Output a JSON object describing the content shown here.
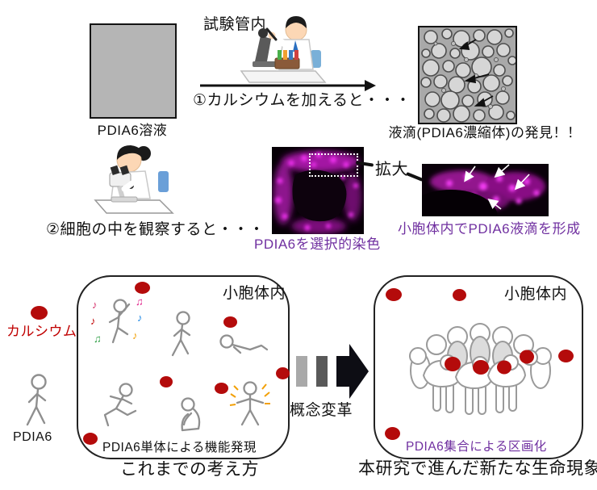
{
  "colors": {
    "calcium_red": "#b40b0b",
    "caption_purple": "#7030a0",
    "solution_gray": "#b5b5b5",
    "magenta_signal": "#e01fe0"
  },
  "top": {
    "solution_label": "PDIA6溶液",
    "tube_label": "試験管内",
    "step1": "①カルシウムを加えると・・・",
    "droplet_caption": "液滴(PDIA6濃縮体)の発見！！"
  },
  "middle": {
    "step2": "②細胞の中を観察すると・・・",
    "zoom_label": "拡大",
    "stain_caption": "PDIA6を選択的染色",
    "er_caption": "小胞体内でPDIA6液滴を形成"
  },
  "bottom": {
    "legend_calcium": "カルシウム",
    "legend_pdia6": "PDIA6",
    "left_box_title": "小胞体内",
    "left_caption": "PDIA6単体による機能発現",
    "left_label": "これまでの考え方",
    "arrow_label": "概念変革",
    "right_box_title": "小胞体内",
    "right_caption": "PDIA6集合による区画化",
    "right_label": "本研究で進んだ新たな生命現象"
  }
}
